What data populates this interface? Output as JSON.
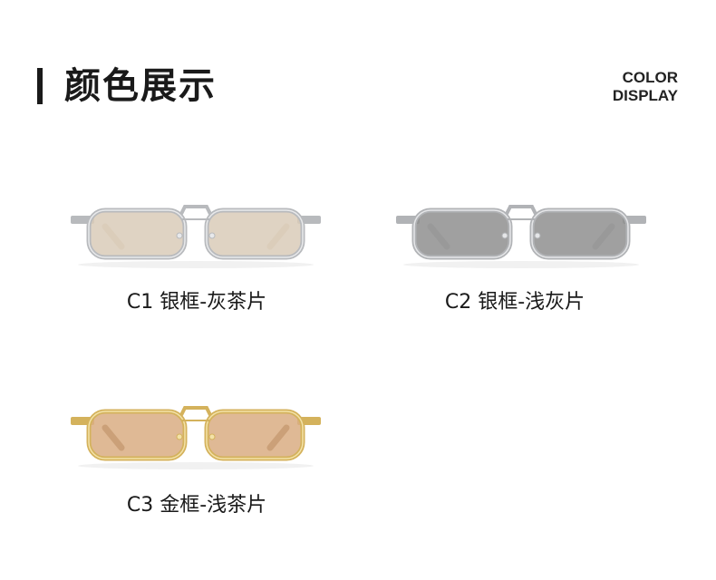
{
  "header": {
    "title": "颜色展示",
    "subtitle_line1": "COLOR",
    "subtitle_line2": "DISPLAY"
  },
  "products": [
    {
      "code": "C1",
      "label": "C1 银框-灰茶片",
      "frame_color": "#b8babd",
      "frame_highlight": "#e8e9eb",
      "lens_color": "#d9cbb8",
      "temple_tip_color": "#e3d7c4"
    },
    {
      "code": "C2",
      "label": "C2 银框-浅灰片",
      "frame_color": "#b1b3b6",
      "frame_highlight": "#e5e6e8",
      "lens_color": "#8f8f8f",
      "temple_tip_color": "#cfd0d2"
    },
    {
      "code": "C3",
      "label": "C3 金框-浅茶片",
      "frame_color": "#d4b25c",
      "frame_highlight": "#f3e2a8",
      "lens_color": "#d9ad82",
      "temple_tip_color": "#7a5a3c"
    }
  ]
}
